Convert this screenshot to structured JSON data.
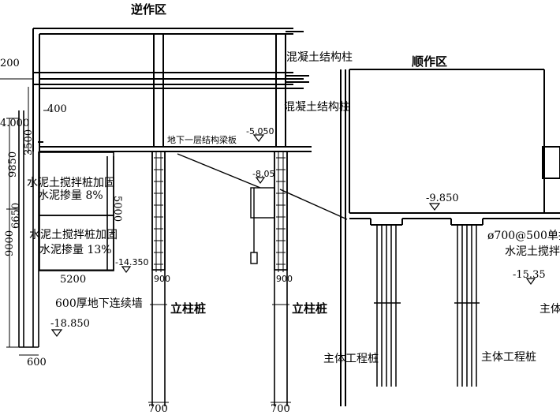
{
  "regions": {
    "reverse": "逆作区",
    "forward": "顺作区"
  },
  "labels": {
    "concrete_column_upper": "混凝土结构柱",
    "concrete_column_lower": "混凝土结构柱",
    "b1_beam_slab": "地下一层结构梁板",
    "cement_pile_a_line1": "水泥土搅拌桩加固",
    "cement_pile_a_line2": "水泥掺量 8%",
    "cement_pile_b_line1": "水泥土搅拌桩加固",
    "cement_pile_b_line2": "水泥掺量 13%",
    "diaphragm_wall": "600厚地下连续墙",
    "column_pile_left": "立柱桩",
    "column_pile_right": "立柱桩",
    "main_pile_left": "主体工程桩",
    "main_pile_right": "主体工程桩",
    "single_pile_line1": "ø700@500单排",
    "single_pile_line2": "水泥土搅拌桩",
    "main_right_edge": "主体"
  },
  "elevations": {
    "b1": "-5.050",
    "mid": "-8.05",
    "forward_base": "-9.850",
    "cement_base": "-14.350",
    "right_base": "-15.35",
    "wall_base": "-18.850"
  },
  "dimensions": {
    "top_left": "200",
    "d400": "400",
    "d4000": "4.000",
    "d3500": "3500",
    "d9850": "9850",
    "d6650": "6650",
    "d9000": "9000",
    "d5200": "5200",
    "d600": "600",
    "d900_left": "900",
    "d900_right": "900",
    "d700_left": "700",
    "d700_right": "700",
    "d5000": "5000"
  }
}
